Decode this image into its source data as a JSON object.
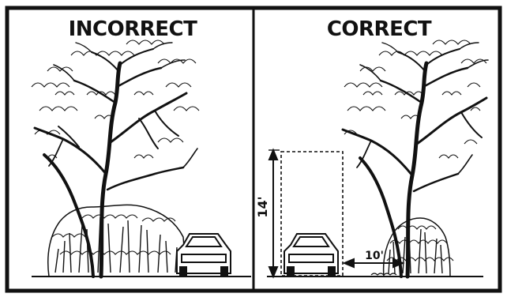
{
  "panels": {
    "left": {
      "title": "INCORRECT"
    },
    "right": {
      "title": "CORRECT"
    }
  },
  "dimensions": {
    "height_label": "14'",
    "distance_label": "10'"
  },
  "colors": {
    "ink": "#111111",
    "background": "#ffffff"
  }
}
